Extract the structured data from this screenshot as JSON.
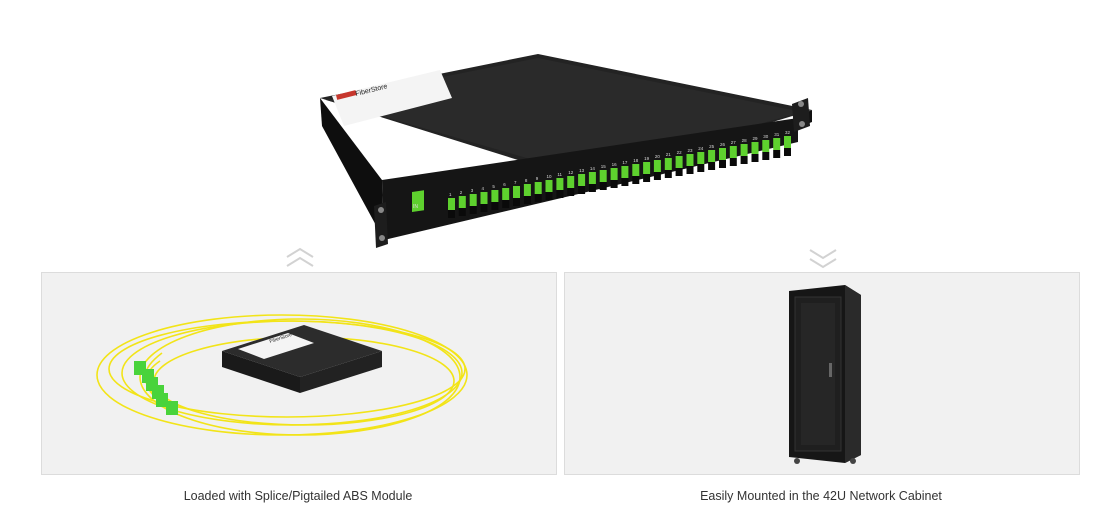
{
  "hero": {
    "device": {
      "brand_label": "FiberStore",
      "input_port_label": "IN",
      "port_numbers": [
        "1",
        "2",
        "3",
        "4",
        "5",
        "6",
        "7",
        "8",
        "9",
        "10",
        "11",
        "12",
        "13",
        "14",
        "15",
        "16",
        "17",
        "18",
        "19",
        "20",
        "21",
        "22",
        "23",
        "24",
        "25",
        "26",
        "27",
        "28",
        "29",
        "30",
        "31",
        "32"
      ],
      "port_color": "#5ed12e",
      "chassis_color": "#1b1b1b"
    }
  },
  "arrows": {
    "left": "chevron-up-double",
    "right": "chevron-down-double",
    "color": "#d2d2d2"
  },
  "panels": {
    "left": {
      "caption": "Loaded with Splice/Pigtailed ABS Module",
      "module_brand": "FiberStore",
      "fiber_color": "#f2e418",
      "connector_color": "#49d33b"
    },
    "right": {
      "caption": "Easily Mounted in the 42U Network Cabinet",
      "cabinet_color": "#1c1c1c"
    }
  }
}
